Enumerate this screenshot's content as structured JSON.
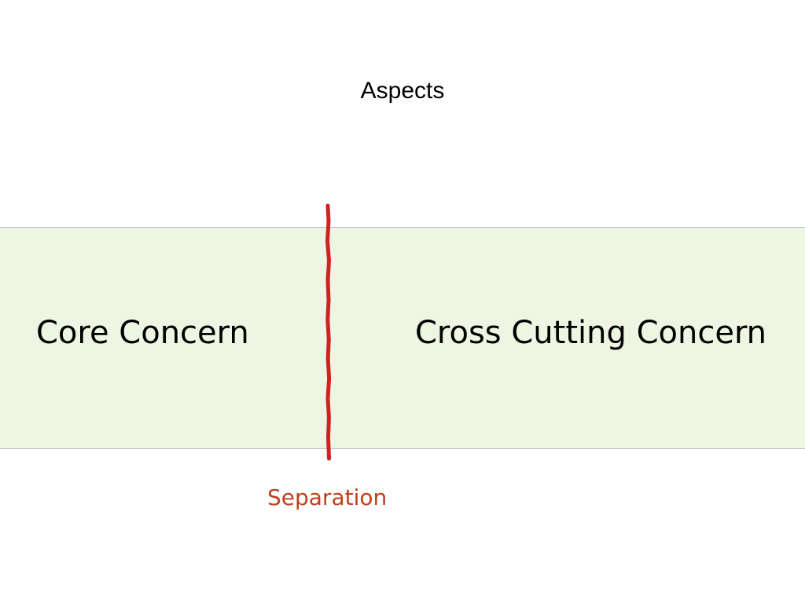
{
  "slide": {
    "title": "Aspects",
    "left_concern": "Core Concern",
    "right_concern": "Cross Cutting Concern",
    "separator_label": "Separation"
  },
  "colors": {
    "band_fill": "#edf5e3",
    "separator": "#d32020",
    "separator_label": "#c0401c"
  }
}
